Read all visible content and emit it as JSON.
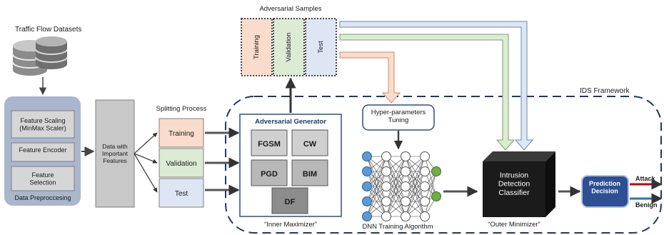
{
  "datasets": {
    "label": "Traffic Flow Datasets"
  },
  "preprocessing": {
    "items": [
      "Feature Scaling\n(MinMax Scaler)",
      "Feature Encoder",
      "Feature\nSelection"
    ],
    "label": "Data Preproccesing"
  },
  "features": {
    "label": "Data with\nImportant\nFeatures"
  },
  "splitting": {
    "title": "Splitting Process",
    "items": [
      "Training",
      "Validation",
      "Test"
    ]
  },
  "adversarial_samples": {
    "title": "Adversarial Samples",
    "items": [
      "Training",
      "Validation",
      "Test"
    ]
  },
  "generator": {
    "title": "Adversarial Generator",
    "attacks": [
      "FGSM",
      "CW",
      "PGD",
      "BIM",
      "DF"
    ],
    "caption": "“Inner Maximizer”"
  },
  "hyperparams": {
    "label": "Hyper-parameters\nTuning"
  },
  "dnn": {
    "caption": "DNN Training Algorithm"
  },
  "ids": {
    "framework_label": "IDS Framework",
    "classifier": "Intrusion\nDetection\nClassifier",
    "caption": "“Outer Minimizer”"
  },
  "decision": {
    "label": "Prediction\nDecision",
    "attack": "Attack",
    "benign": "Benign"
  },
  "colors": {
    "training": "#f9dccb",
    "validation": "#dcebd3",
    "test": "#dde6f2",
    "preproc_panel": "#a8b7cd",
    "gray_box": "#c8c8c8",
    "dark_box": "#1b1b1b",
    "decision": "#2f4f93",
    "node_blue": "#5b9bd5",
    "node_green": "#70ad47",
    "frame": "#1f3864",
    "attack_arrow": "#c00000",
    "benign_arrow": "#2e75b6"
  }
}
